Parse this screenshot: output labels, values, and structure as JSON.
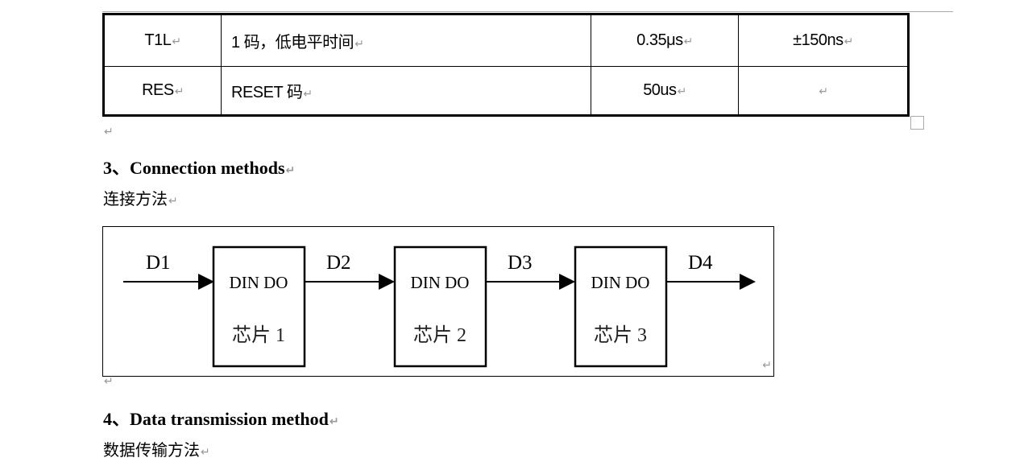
{
  "table": {
    "rows": [
      {
        "symbol": "T1L",
        "description": "1 码，低电平时间",
        "value": "0.35μs",
        "tolerance": "±150ns"
      },
      {
        "symbol": "RES",
        "description": "RESET 码",
        "value": "50us",
        "tolerance": ""
      }
    ]
  },
  "section3": {
    "title": "3、Connection methods",
    "subtitle": "连接方法"
  },
  "diagram": {
    "signals": [
      "D1",
      "D2",
      "D3",
      "D4"
    ],
    "chips": [
      {
        "pins": "DIN DO",
        "label": "芯片 1"
      },
      {
        "pins": "DIN DO",
        "label": "芯片 2"
      },
      {
        "pins": "DIN DO",
        "label": "芯片 3"
      }
    ]
  },
  "section4": {
    "title": "4、Data transmission method",
    "subtitle": "数据传输方法"
  }
}
